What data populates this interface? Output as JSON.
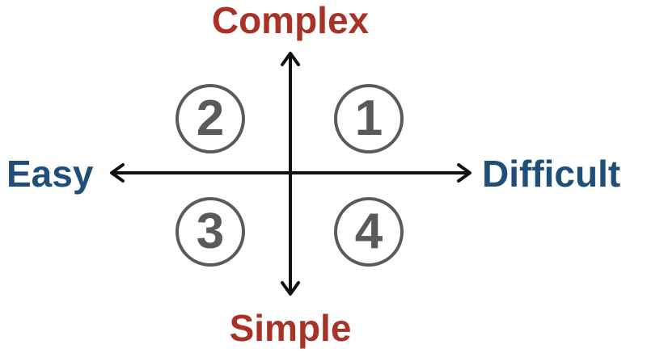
{
  "axes": {
    "top": "Complex",
    "bottom": "Simple",
    "left": "Easy",
    "right": "Difficult"
  },
  "quadrants": [
    {
      "id": "q1",
      "label": "1"
    },
    {
      "id": "q2",
      "label": "2"
    },
    {
      "id": "q3",
      "label": "3"
    },
    {
      "id": "q4",
      "label": "4"
    }
  ],
  "colors": {
    "vertical_axis_labels": "#a93226",
    "horizontal_axis_labels": "#1f4e79",
    "arrows": "#111111",
    "quadrant_markers": "#5a5a5a",
    "background": "#ffffff"
  }
}
